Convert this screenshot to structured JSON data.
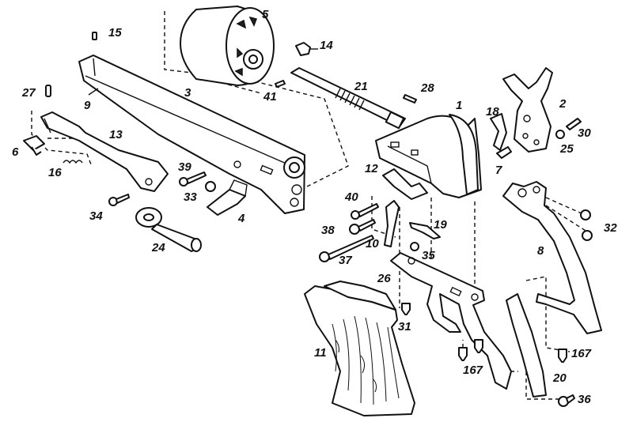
{
  "callouts": {
    "p1": "1",
    "p2": "2",
    "p3": "3",
    "p4": "4",
    "p5": "5",
    "p6": "6",
    "p7": "7",
    "p8": "8",
    "p9": "9",
    "p10": "10",
    "p11": "11",
    "p12": "12",
    "p13": "13",
    "p14": "14",
    "p15": "15",
    "p16": "16",
    "p18": "18",
    "p19": "19",
    "p20": "20",
    "p21": "21",
    "p24": "24",
    "p25": "25",
    "p26": "26",
    "p27": "27",
    "p28": "28",
    "p30": "30",
    "p31": "31",
    "p32": "32",
    "p33": "33",
    "p34": "34",
    "p35": "35",
    "p36": "36",
    "p37": "37",
    "p38": "38",
    "p39": "39",
    "p40": "40",
    "p41": "41",
    "p167a": "167",
    "p167b": "167"
  }
}
